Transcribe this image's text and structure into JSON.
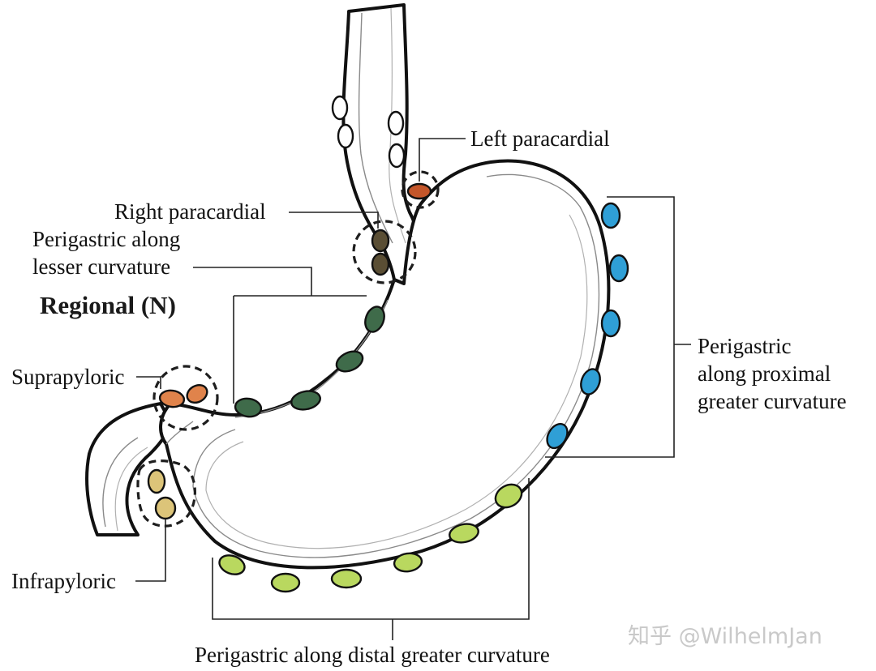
{
  "labels": {
    "left_paracardial": "Left paracardial",
    "right_paracardial": "Right paracardial",
    "lesser_curvature_line1": "Perigastric along",
    "lesser_curvature_line2": "lesser curvature",
    "regional": "Regional (N)",
    "suprapyloric": "Suprapyloric",
    "infrapyloric": "Infrapyloric",
    "proximal_greater_line1": "Perigastric",
    "proximal_greater_line2": "along proximal",
    "proximal_greater_line3": "greater curvature",
    "distal_greater": "Perigastric along distal greater curvature"
  },
  "watermark": "知乎 @WilhelmJan",
  "colors": {
    "left_paracardial": "#c4562a",
    "right_paracardial": "#5a4e34",
    "lesser_curvature": "#3f6b4a",
    "suprapyloric": "#e0834b",
    "infrapyloric": "#dcc479",
    "proximal_greater": "#2f9fd6",
    "distal_greater": "#b9d85f",
    "esophagus_nodes": "#ffffff"
  }
}
